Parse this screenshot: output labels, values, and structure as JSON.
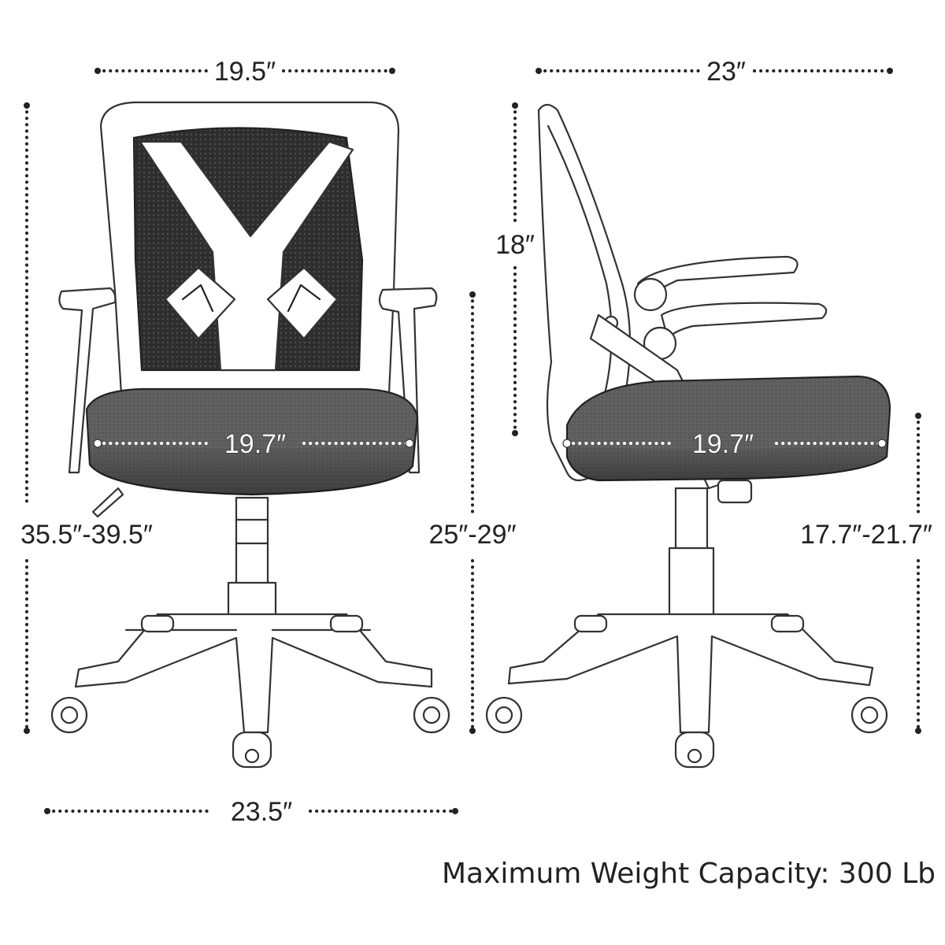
{
  "front_view": {
    "width_top": "19.5″",
    "total_height": "35.5″-39.5″",
    "seat_depth": "19.7″",
    "armrest_height": "25″-29″",
    "base_width": "23.5″"
  },
  "side_view": {
    "depth_top": "23″",
    "backrest_height": "18″",
    "seat_depth": "19.7″",
    "seat_height": "17.7″-21.7″"
  },
  "caption": "Maximum Weight Capacity: 300 Lb",
  "colors": {
    "line": "#333333",
    "mesh": "#2a2a2a",
    "seat": "#5a5a5a",
    "frame": "#ffffff"
  }
}
